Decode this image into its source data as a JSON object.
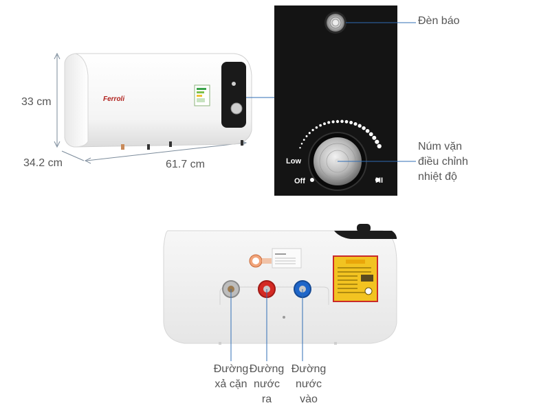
{
  "dimensions": {
    "height": "33 cm",
    "depth": "34.2 cm",
    "width": "61.7 cm"
  },
  "brand": "Ferroli",
  "control_panel": {
    "indicator_label": "Đèn báo",
    "knob_label_line1": "Núm vặn",
    "knob_label_line2": "điều chỉnh",
    "knob_label_line3": "nhiệt độ",
    "dial_low": "Low",
    "dial_off": "Off",
    "dial_hi": "HI"
  },
  "bottom_view": {
    "drain_line1": "Đường",
    "drain_line2": "xả cặn",
    "outlet_line1": "Đường",
    "outlet_line2": "nước",
    "outlet_line3": "ra",
    "inlet_line1": "Đường",
    "inlet_line2": "nước",
    "inlet_line3": "vào"
  },
  "colors": {
    "panel_bg": "#141414",
    "leader_line": "#2f6db5",
    "hot_pipe": "#d42a24",
    "cold_pipe": "#1f66c9"
  }
}
